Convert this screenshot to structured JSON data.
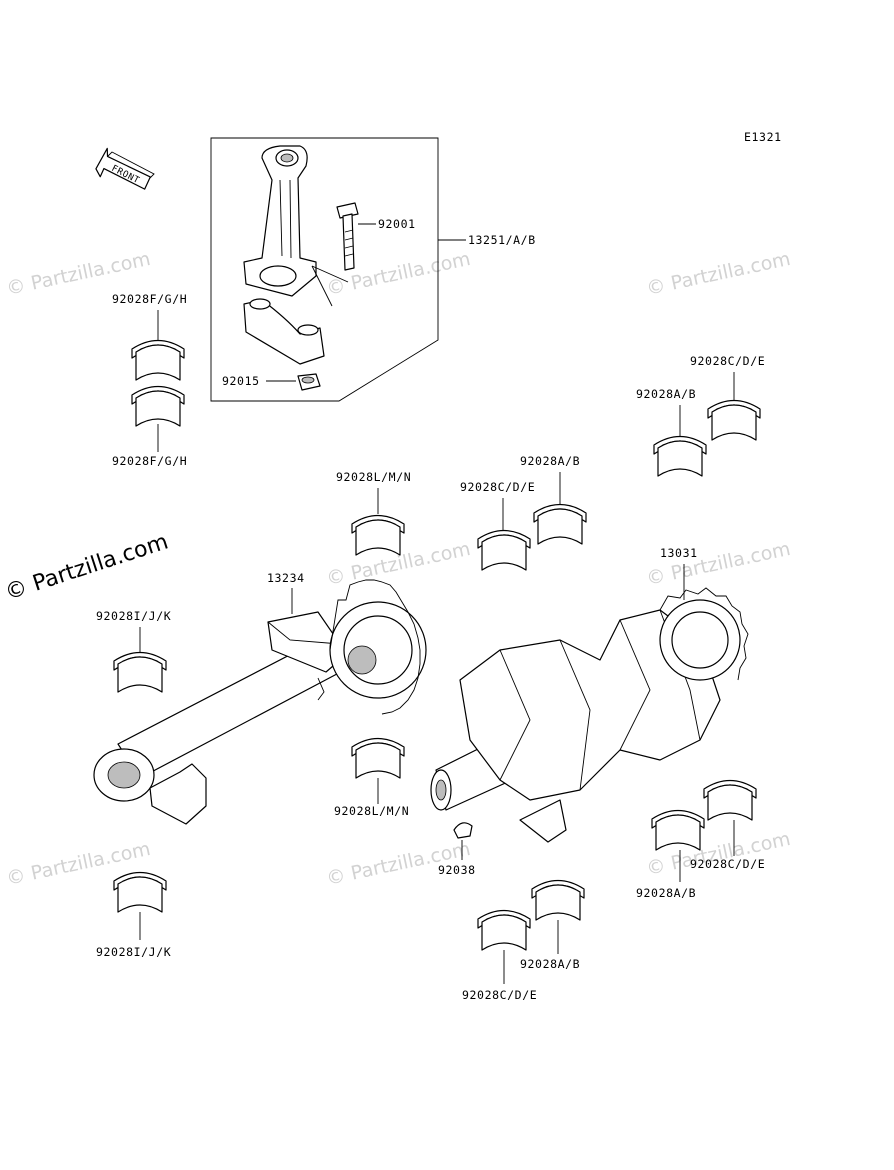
{
  "diagram_code": "E1321",
  "front_label": "FRONT",
  "watermark_text": "© Partzilla.com",
  "callouts": {
    "conrod_assy": "13251/A/B",
    "conrod_bolt": "92001",
    "conrod_nut": "92015",
    "conrod_bearing_upper": "92028F/G/H",
    "conrod_bearing_lower": "92028F/G/H",
    "balancer_shaft": "13234",
    "crankshaft": "13031",
    "key": "92038",
    "balancer_bearing_upper_1": "92028L/M/N",
    "balancer_bearing_lower_1": "92028L/M/N",
    "balancer_bearing_upper_2": "92028I/J/K",
    "balancer_bearing_lower_2": "92028I/J/K",
    "main_bearing_top_cde": "92028C/D/E",
    "main_bearing_top_ab": "92028A/B",
    "main_bearing_mid_cde": "92028C/D/E",
    "main_bearing_mid_ab": "92028A/B",
    "main_bearing_right_cde": "92028C/D/E",
    "main_bearing_right_ab": "92028A/B",
    "main_bearing_bottom_ab": "92028A/B",
    "main_bearing_bottom_cde": "92028C/D/E"
  }
}
